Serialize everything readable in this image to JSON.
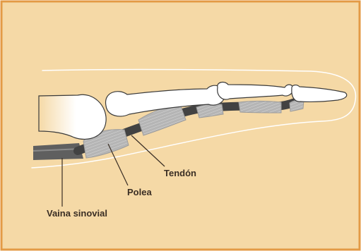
{
  "colors": {
    "background": "#f5d9a6",
    "border": "#e39a45",
    "bone": "#ffffff",
    "pulley": "#b3b3b3",
    "tendon": "#434343",
    "label_text": "#3a2e24"
  },
  "labels": {
    "tendon": "Tendón",
    "polea": "Polea",
    "vaina": "Vaina sinovial"
  }
}
